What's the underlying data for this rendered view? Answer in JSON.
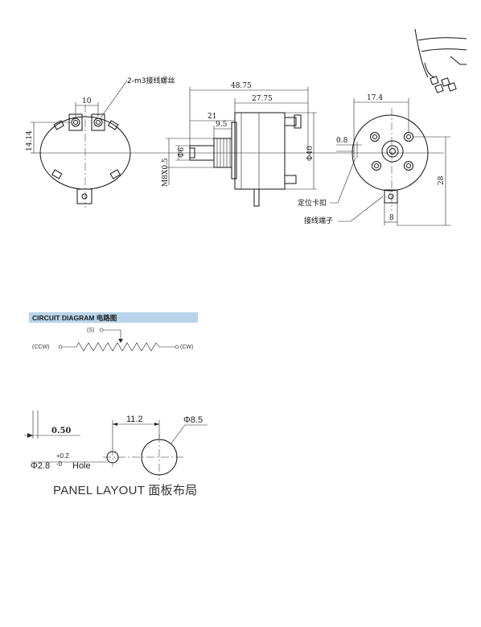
{
  "drawing": {
    "front_view": {
      "thread_label": "2-m3接线螺丝",
      "dim_width": "10",
      "dim_height": "14.14"
    },
    "side_view": {
      "dim_total": "48.75",
      "dim_body": "27.75",
      "dim_shaft": "21",
      "dim_thread": "9.5",
      "dim_shaft_dia": "Φ6",
      "dim_bush_dia": "M8X0.5",
      "dim_body_dia": "Φ40",
      "dim_tab": "0.8",
      "label_locator": "定位卡扣",
      "label_terminal": "接线端子"
    },
    "rear_view": {
      "dim_width": "17.4",
      "dim_height": "28",
      "dim_tab": "8"
    }
  },
  "circuit": {
    "heading": "CIRCUIT DIAGRAM 电路图",
    "wiper": "(S)",
    "ccw": "(CCW)",
    "cw": "(CW)",
    "header_color": "#b9d4ea"
  },
  "panel": {
    "dim_spacing": "11.2",
    "dim_big_hole": "Φ8.5",
    "dim_thickness": "0.50",
    "hole_prefix": "Φ2.8",
    "hole_tol_upper": "+0.2",
    "hole_tol_lower": "-0",
    "hole_suffix": "Hole",
    "title": "PANEL LAYOUT 面板布局"
  }
}
